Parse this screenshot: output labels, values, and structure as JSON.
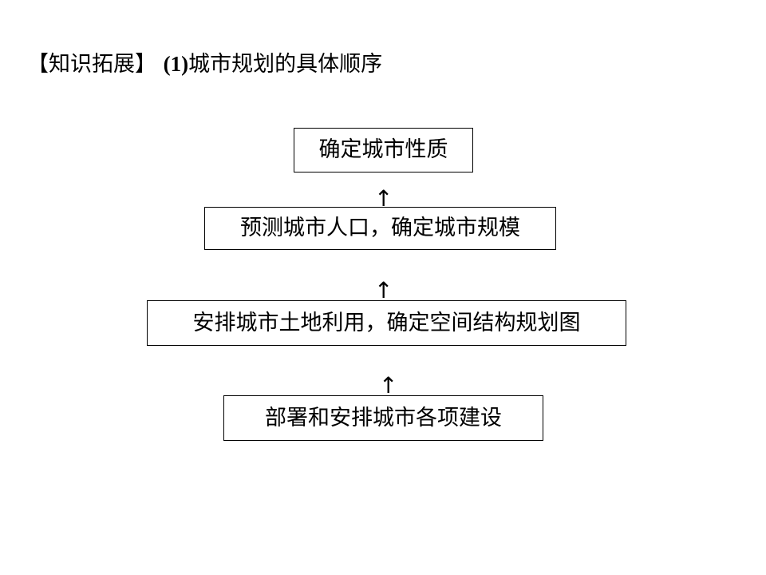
{
  "heading": {
    "bracket_label": "【知识拓展】",
    "number": "(1)",
    "title": "城市规划的具体顺序"
  },
  "flow": {
    "step1": "确定城市性质",
    "step2": "预测城市人口，确定城市规模",
    "step3": "安排城市土地利用，确定空间结构规划图",
    "step4": "部署和安排城市各项建设",
    "arrow_glyph": "↑"
  }
}
